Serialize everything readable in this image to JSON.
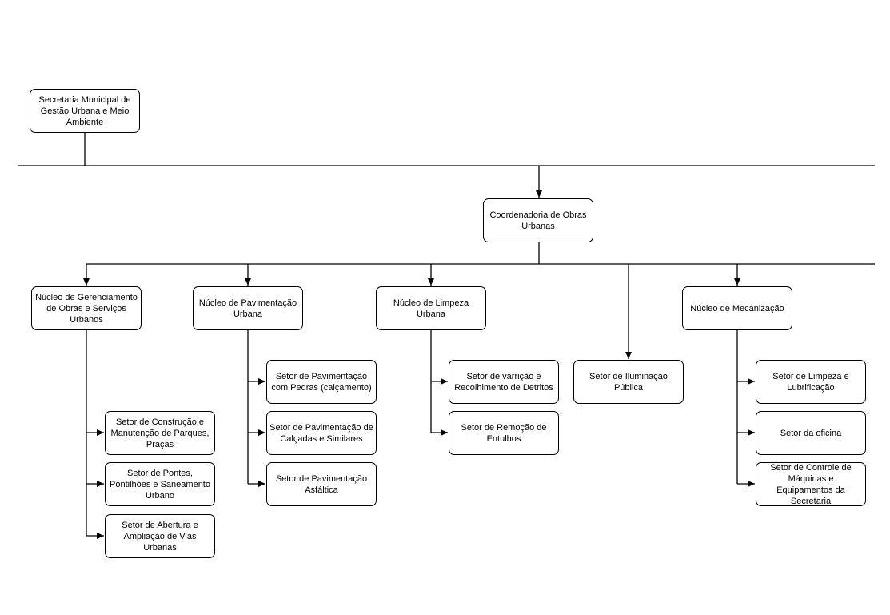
{
  "diagram": {
    "root": "Secretaria Municipal de Gestão Urbana e Meio Ambiente",
    "coordination": "Coordenadoria de Obras Urbanas",
    "nucleos": {
      "gerenciamento": "Núcleo de Gerenciamento de Obras e Serviços Urbanos",
      "pavimentacao": "Núcleo de Pavimentação Urbana",
      "limpeza": "Núcleo de Limpeza Urbana",
      "mecanizacao": "Núcleo de Mecanização"
    },
    "iluminacao": "Setor de Iluminação Pública",
    "setores_gerenciamento": [
      "Setor de Construção e Manutenção de Parques, Praças",
      "Setor de Pontes, Pontilhões e Saneamento Urbano",
      "Setor de Abertura e Ampliação de Vias Urbanas"
    ],
    "setores_pavimentacao": [
      "Setor de Pavimentação com Pedras (calçamento)",
      "Setor de Pavimentação de Calçadas e Similares",
      "Setor de Pavimentação Asfáltica"
    ],
    "setores_limpeza": [
      "Setor de varrição e Recolhimento de Detritos",
      "Setor de Remoção de Entulhos"
    ],
    "setores_mecanizacao": [
      "Setor de Limpeza e Lubrificação",
      "Setor da oficina",
      "Setor de Controle de Máquinas e Equipamentos da Secretaria"
    ]
  }
}
